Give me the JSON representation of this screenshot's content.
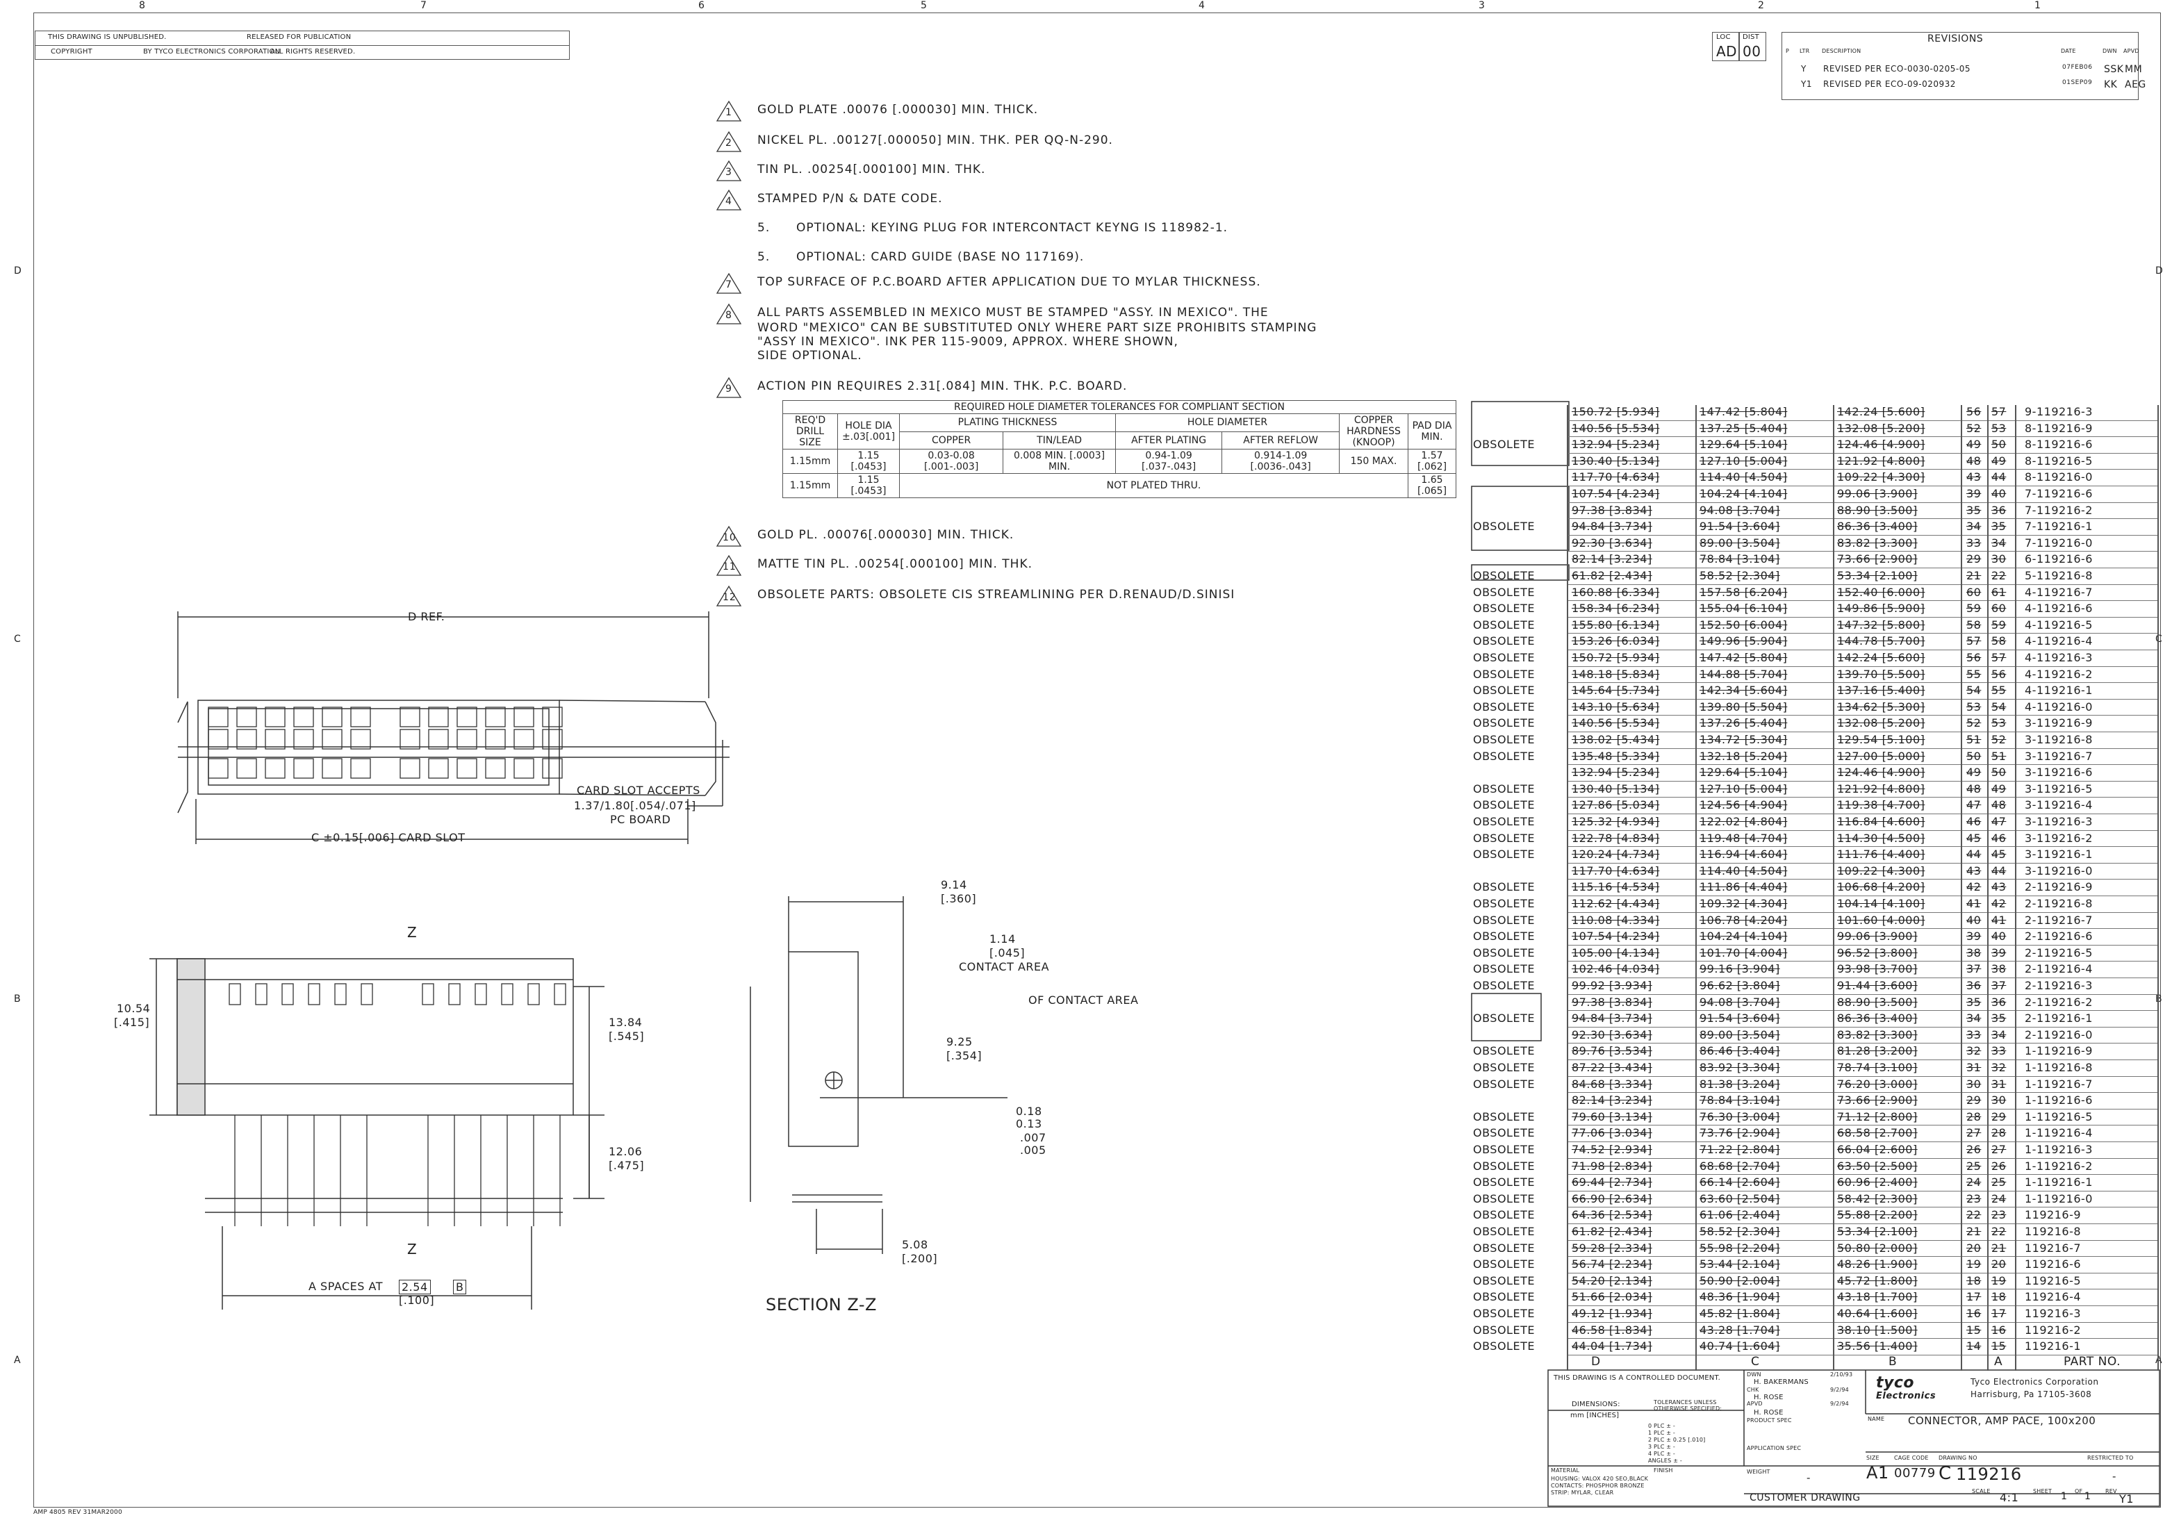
{
  "frame": {
    "top_zones": [
      "8",
      "7",
      "6",
      "5",
      "4",
      "3",
      "2",
      "1"
    ],
    "side_zones": [
      "D",
      "C",
      "B",
      "A"
    ]
  },
  "titleblock_top": {
    "unpublished": "THIS DRAWING IS UNPUBLISHED.",
    "released": "RELEASED FOR PUBLICATION",
    "copyright": "COPYRIGHT",
    "by": "BY TYCO ELECTRONICS CORPORATION",
    "rights": "ALL RIGHTS RESERVED."
  },
  "revisions": {
    "header": "REVISIONS",
    "loc": "LOC",
    "dist": "DIST",
    "loc_val": "AD",
    "dist_val": "00",
    "cols": [
      "P",
      "LTR",
      "DESCRIPTION",
      "DATE",
      "DWN",
      "APVD"
    ],
    "rows": [
      {
        "ltr": "Y",
        "desc": "REVISED PER ECO-0030-0205-05",
        "date": "07FEB06",
        "dwn": "SSK",
        "apvd": "MM"
      },
      {
        "ltr": "Y1",
        "desc": "REVISED PER ECO-09-020932",
        "date": "01SEP09",
        "dwn": "KK",
        "apvd": "AEG"
      }
    ]
  },
  "notes": [
    {
      "num": "1",
      "tri": true,
      "text": "GOLD PLATE .00076 [.000030] MIN. THICK."
    },
    {
      "num": "2",
      "tri": true,
      "text": "NICKEL PL. .00127[.000050] MIN. THK. PER QQ-N-290."
    },
    {
      "num": "3",
      "tri": true,
      "text": "TIN PL. .00254[.000100] MIN. THK."
    },
    {
      "num": "4",
      "tri": true,
      "text": "STAMPED P/N & DATE CODE."
    },
    {
      "num": "5.",
      "tri": false,
      "text": "OPTIONAL: KEYING PLUG FOR INTERCONTACT KEYNG IS 118982-1."
    },
    {
      "num": "5.",
      "tri": false,
      "text": "OPTIONAL: CARD GUIDE (BASE NO 117169)."
    },
    {
      "num": "7",
      "tri": true,
      "text": "TOP SURFACE OF P.C.BOARD AFTER APPLICATION DUE TO MYLAR THICKNESS."
    },
    {
      "num": "8",
      "tri": true,
      "text": "ALL PARTS ASSEMBLED IN MEXICO MUST BE STAMPED \"ASSY. IN MEXICO\". THE"
    },
    {
      "num": "9",
      "tri": true,
      "text": "ACTION PIN REQUIRES 2.31[.084] MIN. THK. P.C. BOARD."
    },
    {
      "num": "10",
      "tri": true,
      "text": "GOLD PL. .00076[.000030] MIN. THICK."
    },
    {
      "num": "11",
      "tri": true,
      "text": "MATTE TIN PL. .00254[.000100] MIN. THK."
    },
    {
      "num": "12",
      "tri": true,
      "text": "OBSOLETE PARTS: OBSOLETE CIS STREAMLINING PER D.RENAUD/D.SINISI"
    }
  ],
  "note8_cont": [
    "WORD \"MEXICO\" CAN BE SUBSTITUTED ONLY WHERE PART SIZE PROHIBITS STAMPING",
    "\"ASSY IN MEXICO\". INK PER 115-9009, APPROX. WHERE SHOWN,",
    "SIDE OPTIONAL."
  ],
  "hole_table": {
    "title": "REQUIRED HOLE DIAMETER TOLERANCES FOR COMPLIANT SECTION",
    "h_drill": "REQ'D DRILL SIZE",
    "h_hole": "HOLE DIA ±.03[.001]",
    "h_plating": "PLATING THICKNESS",
    "h_copper": "COPPER",
    "h_tinlead": "TIN/LEAD",
    "h_holedia": "HOLE DIAMETER",
    "h_after_plating": "AFTER PLATING",
    "h_after_reflow": "AFTER REFLOW",
    "h_hardness": "COPPER HARDNESS (KNOOP)",
    "h_pad": "PAD DIA MIN.",
    "r1": {
      "drill": "1.15mm",
      "hole": "1.15 [.0453]",
      "copper": "0.03-0.08 [.001-.003]",
      "tinlead": "0.008 MIN. [.0003] MIN.",
      "ap": "0.94-1.09 [.037-.043]",
      "ar": "0.914-1.09 [.0036-.043]",
      "hard": "150 MAX.",
      "pad": "1.57 [.062]"
    },
    "r2": {
      "drill": "1.15mm",
      "hole": "1.15 [.0453]",
      "np": "NOT PLATED THRU.",
      "pad": "1.65 [.065]"
    }
  },
  "drawing_labels": {
    "d_ref": "D REF.",
    "card_slot": "CARD SLOT ACCEPTS",
    "card_slot2": "1.37/1.80[.054/.071]",
    "card_slot3": "PC BOARD",
    "c_slot": "C ±0.15[.006] CARD SLOT",
    "dim_1054": "10.54",
    "dim_415": "[.415]",
    "dim_1384": "13.84",
    "dim_545": "[.545]",
    "dim_1206": "12.06",
    "dim_475": "[.475]",
    "a_spaces": "A SPACES AT",
    "a_254": "2.54",
    "a_100": "[.100]",
    "a_b": "B",
    "z": "Z",
    "dim_914": "9.14",
    "dim_360": "[.360]",
    "dim_114": "1.14",
    "dim_045": "[.045]",
    "contact_area": "CONTACT AREA",
    "cl_contact": "OF CONTACT AREA",
    "dim_925": "9.25",
    "dim_354": "[.354]",
    "dim_018": "0.18",
    "dim_013": "0.13",
    "dim_007": ".007",
    "dim_005": ".005",
    "dim_508": "5.08",
    "dim_200": "[.200]",
    "section": "SECTION Z-Z"
  },
  "parts_table": {
    "footer": [
      "D",
      "C",
      "B",
      "A",
      "PART NO."
    ],
    "obsolete_label": "OBSOLETE",
    "rows": [
      {
        "obs": "",
        "d": "150.72 [5.934]",
        "c": "147.42 [5.804]",
        "b": "142.24 [5.600]",
        "n1": "56",
        "n2": "57",
        "pn": "9-119216-3"
      },
      {
        "obs": "",
        "d": "140.56 [5.534]",
        "c": "137.25 [5.404]",
        "b": "132.08 [5.200]",
        "n1": "52",
        "n2": "53",
        "pn": "8-119216-9"
      },
      {
        "obs": "OBSOLETE",
        "d": "132.94 [5.234]",
        "c": "129.64 [5.104]",
        "b": "124.46 [4.900]",
        "n1": "49",
        "n2": "50",
        "pn": "8-119216-6"
      },
      {
        "obs": "",
        "d": "130.40 [5.134]",
        "c": "127.10 [5.004]",
        "b": "121.92 [4.800]",
        "n1": "48",
        "n2": "49",
        "pn": "8-119216-5"
      },
      {
        "obs": "",
        "d": "117.70 [4.634]",
        "c": "114.40 [4.504]",
        "b": "109.22 [4.300]",
        "n1": "43",
        "n2": "44",
        "pn": "8-119216-0"
      },
      {
        "obs": "",
        "d": "107.54 [4.234]",
        "c": "104.24 [4.104]",
        "b": "99.06 [3.900]",
        "n1": "39",
        "n2": "40",
        "pn": "7-119216-6"
      },
      {
        "obs": "",
        "d": "97.38 [3.834]",
        "c": "94.08 [3.704]",
        "b": "88.90 [3.500]",
        "n1": "35",
        "n2": "36",
        "pn": "7-119216-2"
      },
      {
        "obs": "OBSOLETE",
        "d": "94.84 [3.734]",
        "c": "91.54 [3.604]",
        "b": "86.36 [3.400]",
        "n1": "34",
        "n2": "35",
        "pn": "7-119216-1"
      },
      {
        "obs": "",
        "d": "92.30 [3.634]",
        "c": "89.00 [3.504]",
        "b": "83.82 [3.300]",
        "n1": "33",
        "n2": "34",
        "pn": "7-119216-0"
      },
      {
        "obs": "",
        "d": "82.14 [3.234]",
        "c": "78.84 [3.104]",
        "b": "73.66 [2.900]",
        "n1": "29",
        "n2": "30",
        "pn": "6-119216-6"
      },
      {
        "obs": "OBSOLETE",
        "d": "61.82 [2.434]",
        "c": "58.52 [2.304]",
        "b": "53.34 [2.100]",
        "n1": "21",
        "n2": "22",
        "pn": "5-119216-8"
      },
      {
        "obs": "OBSOLETE",
        "d": "160.88 [6.334]",
        "c": "157.58 [6.204]",
        "b": "152.40 [6.000]",
        "n1": "60",
        "n2": "61",
        "pn": "4-119216-7"
      },
      {
        "obs": "OBSOLETE",
        "d": "158.34 [6.234]",
        "c": "155.04 [6.104]",
        "b": "149.86 [5.900]",
        "n1": "59",
        "n2": "60",
        "pn": "4-119216-6"
      },
      {
        "obs": "OBSOLETE",
        "d": "155.80 [6.134]",
        "c": "152.50 [6.004]",
        "b": "147.32 [5.800]",
        "n1": "58",
        "n2": "59",
        "pn": "4-119216-5"
      },
      {
        "obs": "OBSOLETE",
        "d": "153.26 [6.034]",
        "c": "149.96 [5.904]",
        "b": "144.78 [5.700]",
        "n1": "57",
        "n2": "58",
        "pn": "4-119216-4"
      },
      {
        "obs": "OBSOLETE",
        "d": "150.72 [5.934]",
        "c": "147.42 [5.804]",
        "b": "142.24 [5.600]",
        "n1": "56",
        "n2": "57",
        "pn": "4-119216-3"
      },
      {
        "obs": "OBSOLETE",
        "d": "148.18 [5.834]",
        "c": "144.88 [5.704]",
        "b": "139.70 [5.500]",
        "n1": "55",
        "n2": "56",
        "pn": "4-119216-2"
      },
      {
        "obs": "OBSOLETE",
        "d": "145.64 [5.734]",
        "c": "142.34 [5.604]",
        "b": "137.16 [5.400]",
        "n1": "54",
        "n2": "55",
        "pn": "4-119216-1"
      },
      {
        "obs": "OBSOLETE",
        "d": "143.10 [5.634]",
        "c": "139.80 [5.504]",
        "b": "134.62 [5.300]",
        "n1": "53",
        "n2": "54",
        "pn": "4-119216-0"
      },
      {
        "obs": "OBSOLETE",
        "d": "140.56 [5.534]",
        "c": "137.26 [5.404]",
        "b": "132.08 [5.200]",
        "n1": "52",
        "n2": "53",
        "pn": "3-119216-9"
      },
      {
        "obs": "OBSOLETE",
        "d": "138.02 [5.434]",
        "c": "134.72 [5.304]",
        "b": "129.54 [5.100]",
        "n1": "51",
        "n2": "52",
        "pn": "3-119216-8"
      },
      {
        "obs": "OBSOLETE",
        "d": "135.48 [5.334]",
        "c": "132.18 [5.204]",
        "b": "127.00 [5.000]",
        "n1": "50",
        "n2": "51",
        "pn": "3-119216-7"
      },
      {
        "obs": "",
        "d": "132.94 [5.234]",
        "c": "129.64 [5.104]",
        "b": "124.46 [4.900]",
        "n1": "49",
        "n2": "50",
        "pn": "3-119216-6"
      },
      {
        "obs": "OBSOLETE",
        "d": "130.40 [5.134]",
        "c": "127.10 [5.004]",
        "b": "121.92 [4.800]",
        "n1": "48",
        "n2": "49",
        "pn": "3-119216-5"
      },
      {
        "obs": "OBSOLETE",
        "d": "127.86 [5.034]",
        "c": "124.56 [4.904]",
        "b": "119.38 [4.700]",
        "n1": "47",
        "n2": "48",
        "pn": "3-119216-4"
      },
      {
        "obs": "OBSOLETE",
        "d": "125.32 [4.934]",
        "c": "122.02 [4.804]",
        "b": "116.84 [4.600]",
        "n1": "46",
        "n2": "47",
        "pn": "3-119216-3"
      },
      {
        "obs": "OBSOLETE",
        "d": "122.78 [4.834]",
        "c": "119.48 [4.704]",
        "b": "114.30 [4.500]",
        "n1": "45",
        "n2": "46",
        "pn": "3-119216-2"
      },
      {
        "obs": "OBSOLETE",
        "d": "120.24 [4.734]",
        "c": "116.94 [4.604]",
        "b": "111.76 [4.400]",
        "n1": "44",
        "n2": "45",
        "pn": "3-119216-1"
      },
      {
        "obs": "",
        "d": "117.70 [4.634]",
        "c": "114.40 [4.504]",
        "b": "109.22 [4.300]",
        "n1": "43",
        "n2": "44",
        "pn": "3-119216-0"
      },
      {
        "obs": "OBSOLETE",
        "d": "115.16 [4.534]",
        "c": "111.86 [4.404]",
        "b": "106.68 [4.200]",
        "n1": "42",
        "n2": "43",
        "pn": "2-119216-9"
      },
      {
        "obs": "OBSOLETE",
        "d": "112.62 [4.434]",
        "c": "109.32 [4.304]",
        "b": "104.14 [4.100]",
        "n1": "41",
        "n2": "42",
        "pn": "2-119216-8"
      },
      {
        "obs": "OBSOLETE",
        "d": "110.08 [4.334]",
        "c": "106.78 [4.204]",
        "b": "101.60 [4.000]",
        "n1": "40",
        "n2": "41",
        "pn": "2-119216-7"
      },
      {
        "obs": "OBSOLETE",
        "d": "107.54 [4.234]",
        "c": "104.24 [4.104]",
        "b": "99.06 [3.900]",
        "n1": "39",
        "n2": "40",
        "pn": "2-119216-6"
      },
      {
        "obs": "OBSOLETE",
        "d": "105.00 [4.134]",
        "c": "101.70 [4.004]",
        "b": "96.52 [3.800]",
        "n1": "38",
        "n2": "39",
        "pn": "2-119216-5"
      },
      {
        "obs": "OBSOLETE",
        "d": "102.46 [4.034]",
        "c": "99.16 [3.904]",
        "b": "93.98 [3.700]",
        "n1": "37",
        "n2": "38",
        "pn": "2-119216-4"
      },
      {
        "obs": "OBSOLETE",
        "d": "99.92 [3.934]",
        "c": "96.62 [3.804]",
        "b": "91.44 [3.600]",
        "n1": "36",
        "n2": "37",
        "pn": "2-119216-3"
      },
      {
        "obs": "",
        "d": "97.38 [3.834]",
        "c": "94.08 [3.704]",
        "b": "88.90 [3.500]",
        "n1": "35",
        "n2": "36",
        "pn": "2-119216-2"
      },
      {
        "obs": "OBSOLETE",
        "d": "94.84 [3.734]",
        "c": "91.54 [3.604]",
        "b": "86.36 [3.400]",
        "n1": "34",
        "n2": "35",
        "pn": "2-119216-1"
      },
      {
        "obs": "",
        "d": "92.30 [3.634]",
        "c": "89.00 [3.504]",
        "b": "83.82 [3.300]",
        "n1": "33",
        "n2": "34",
        "pn": "2-119216-0"
      },
      {
        "obs": "OBSOLETE",
        "d": "89.76 [3.534]",
        "c": "86.46 [3.404]",
        "b": "81.28 [3.200]",
        "n1": "32",
        "n2": "33",
        "pn": "1-119216-9"
      },
      {
        "obs": "OBSOLETE",
        "d": "87.22 [3.434]",
        "c": "83.92 [3.304]",
        "b": "78.74 [3.100]",
        "n1": "31",
        "n2": "32",
        "pn": "1-119216-8"
      },
      {
        "obs": "OBSOLETE",
        "d": "84.68 [3.334]",
        "c": "81.38 [3.204]",
        "b": "76.20 [3.000]",
        "n1": "30",
        "n2": "31",
        "pn": "1-119216-7"
      },
      {
        "obs": "",
        "d": "82.14 [3.234]",
        "c": "78.84 [3.104]",
        "b": "73.66 [2.900]",
        "n1": "29",
        "n2": "30",
        "pn": "1-119216-6"
      },
      {
        "obs": "OBSOLETE",
        "d": "79.60 [3.134]",
        "c": "76.30 [3.004]",
        "b": "71.12 [2.800]",
        "n1": "28",
        "n2": "29",
        "pn": "1-119216-5"
      },
      {
        "obs": "OBSOLETE",
        "d": "77.06 [3.034]",
        "c": "73.76 [2.904]",
        "b": "68.58 [2.700]",
        "n1": "27",
        "n2": "28",
        "pn": "1-119216-4"
      },
      {
        "obs": "OBSOLETE",
        "d": "74.52 [2.934]",
        "c": "71.22 [2.804]",
        "b": "66.04 [2.600]",
        "n1": "26",
        "n2": "27",
        "pn": "1-119216-3"
      },
      {
        "obs": "OBSOLETE",
        "d": "71.98 [2.834]",
        "c": "68.68 [2.704]",
        "b": "63.50 [2.500]",
        "n1": "25",
        "n2": "26",
        "pn": "1-119216-2"
      },
      {
        "obs": "OBSOLETE",
        "d": "69.44 [2.734]",
        "c": "66.14 [2.604]",
        "b": "60.96 [2.400]",
        "n1": "24",
        "n2": "25",
        "pn": "1-119216-1"
      },
      {
        "obs": "OBSOLETE",
        "d": "66.90 [2.634]",
        "c": "63.60 [2.504]",
        "b": "58.42 [2.300]",
        "n1": "23",
        "n2": "24",
        "pn": "1-119216-0"
      },
      {
        "obs": "OBSOLETE",
        "d": "64.36 [2.534]",
        "c": "61.06 [2.404]",
        "b": "55.88 [2.200]",
        "n1": "22",
        "n2": "23",
        "pn": "119216-9"
      },
      {
        "obs": "OBSOLETE",
        "d": "61.82 [2.434]",
        "c": "58.52 [2.304]",
        "b": "53.34 [2.100]",
        "n1": "21",
        "n2": "22",
        "pn": "119216-8"
      },
      {
        "obs": "OBSOLETE",
        "d": "59.28 [2.334]",
        "c": "55.98 [2.204]",
        "b": "50.80 [2.000]",
        "n1": "20",
        "n2": "21",
        "pn": "119216-7"
      },
      {
        "obs": "OBSOLETE",
        "d": "56.74 [2.234]",
        "c": "53.44 [2.104]",
        "b": "48.26 [1.900]",
        "n1": "19",
        "n2": "20",
        "pn": "119216-6"
      },
      {
        "obs": "OBSOLETE",
        "d": "54.20 [2.134]",
        "c": "50.90 [2.004]",
        "b": "45.72 [1.800]",
        "n1": "18",
        "n2": "19",
        "pn": "119216-5"
      },
      {
        "obs": "OBSOLETE",
        "d": "51.66 [2.034]",
        "c": "48.36 [1.904]",
        "b": "43.18 [1.700]",
        "n1": "17",
        "n2": "18",
        "pn": "119216-4"
      },
      {
        "obs": "OBSOLETE",
        "d": "49.12 [1.934]",
        "c": "45.82 [1.804]",
        "b": "40.64 [1.600]",
        "n1": "16",
        "n2": "17",
        "pn": "119216-3"
      },
      {
        "obs": "OBSOLETE",
        "d": "46.58 [1.834]",
        "c": "43.28 [1.704]",
        "b": "38.10 [1.500]",
        "n1": "15",
        "n2": "16",
        "pn": "119216-2"
      },
      {
        "obs": "OBSOLETE",
        "d": "44.04 [1.734]",
        "c": "40.74 [1.604]",
        "b": "35.56 [1.400]",
        "n1": "14",
        "n2": "15",
        "pn": "119216-1"
      }
    ]
  },
  "title_block": {
    "controlled": "THIS DRAWING IS A CONTROLLED DOCUMENT.",
    "dwn_label": "DWN",
    "dwn": "H. BAKERMANS",
    "dwn_date": "2/10/93",
    "chk_label": "CHK",
    "chk": "H. ROSE",
    "chk_date": "9/2/94",
    "appd_label": "APVD",
    "appd": "H. ROSE",
    "appd_date": "9/2/94",
    "product_spec": "PRODUCT SPEC",
    "application_spec": "APPLICATION SPEC",
    "weight": "WEIGHT",
    "weight_val": "-",
    "dimensions": "DIMENSIONS:",
    "units": "mm [INCHES]",
    "tolerances": "TOLERANCES UNLESS OTHERWISE SPECIFIED:",
    "tol_lines": [
      "0 PLC ±  -",
      "1 PLC ±  -",
      "2 PLC ±  0.25 [.010]",
      "3 PLC ±  -",
      "4 PLC ±  -",
      "ANGLES ±  -"
    ],
    "material": "MATERIAL",
    "mat_lines": [
      "HOUSING: VALOX 420 SEO,BLACK",
      "CONTACTS: PHOSPHOR BRONZE",
      "STRIP: MYLAR, CLEAR"
    ],
    "finish": "FINISH",
    "company": "Tyco Electronics Corporation",
    "address": "Harrisburg, Pa 17105-3608",
    "logo": "tyco",
    "logo_sub": "Electronics",
    "name_label": "NAME",
    "name": "CONNECTOR, AMP PACE, 100x200",
    "size_label": "SIZE",
    "size": "A1",
    "cage_label": "CAGE CODE",
    "cage": "00779",
    "dwg_label": "DRAWING NO",
    "dwg_prefix": "C",
    "dwg": "119216",
    "restricted": "RESTRICTED TO",
    "restricted_val": "-",
    "scale_label": "SCALE",
    "scale": "4:1",
    "sheet_label": "SHEET",
    "sheet": "1",
    "of_label": "OF",
    "of": "1",
    "rev_label": "REV",
    "rev": "Y1",
    "customer": "CUSTOMER DRAWING",
    "form": "AMP 4805 REV 31MAR2000"
  }
}
